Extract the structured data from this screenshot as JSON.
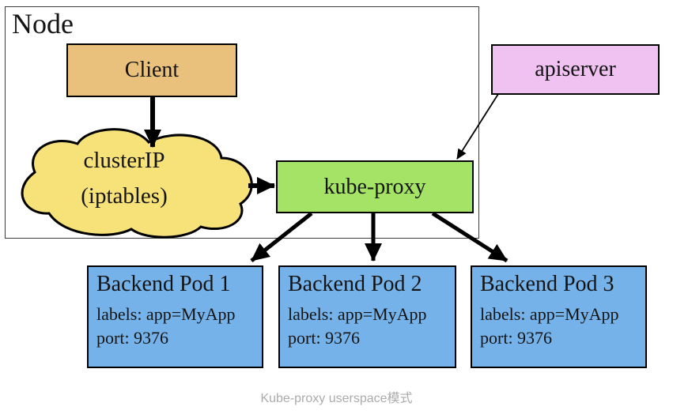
{
  "diagram": {
    "node": {
      "label": "Node"
    },
    "client": {
      "label": "Client"
    },
    "cluster_ip": {
      "line1": "clusterIP",
      "line2": "(iptables)"
    },
    "kube_proxy": {
      "label": "kube-proxy"
    },
    "apiserver": {
      "label": "apiserver"
    },
    "pods": [
      {
        "title": "Backend Pod 1",
        "labels_line": "labels: app=MyApp",
        "port_line": "port: 9376"
      },
      {
        "title": "Backend Pod 2",
        "labels_line": "labels: app=MyApp",
        "port_line": "port: 9376"
      },
      {
        "title": "Backend Pod 3",
        "labels_line": "labels: app=MyApp",
        "port_line": "port: 9376"
      }
    ],
    "caption": "Kube-proxy userspace模式",
    "colors": {
      "client_fill": "#e9c17c",
      "cluster_ip_fill": "#f7e279",
      "kube_proxy_fill": "#a4e366",
      "apiserver_fill": "#f0c2f2",
      "pod_fill": "#74b2e9",
      "arrow": "#000000",
      "caption_text": "#ababab"
    }
  }
}
